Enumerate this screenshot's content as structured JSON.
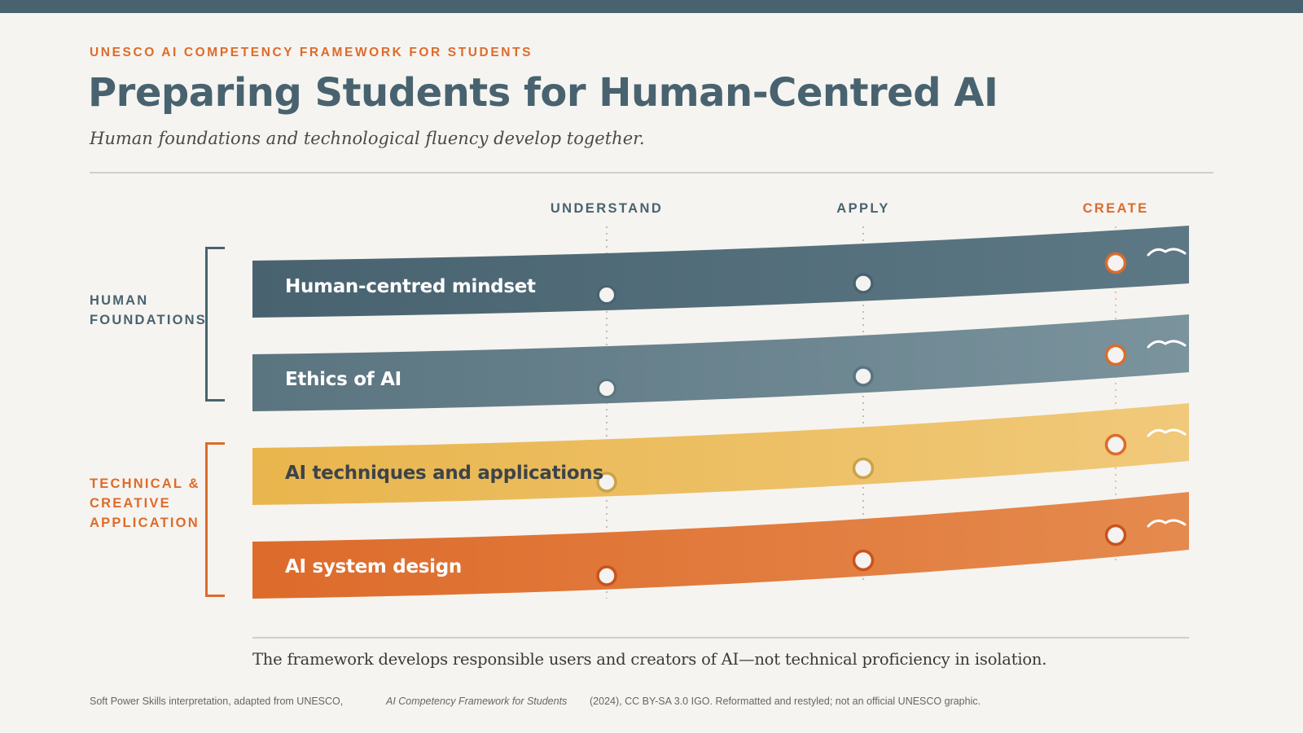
{
  "eyebrow": "UNESCO AI COMPETENCY FRAMEWORK FOR STUDENTS",
  "title": "Preparing Students for Human-Centred AI",
  "subtitle": "Human foundations and technological fluency develop together.",
  "stages": {
    "understand": "UNDERSTAND",
    "apply": "APPLY",
    "create": "CREATE"
  },
  "groups": {
    "human": "HUMAN\nFOUNDATIONS",
    "technical": "TECHNICAL &\nCREATIVE\nAPPLICATION"
  },
  "bands": [
    {
      "label": "Human-centred mindset",
      "color_start": "#48636f",
      "color_end": "#5d7885"
    },
    {
      "label": "Ethics of AI",
      "color_start": "#5a7480",
      "color_end": "#7a939d"
    },
    {
      "label": "AI techniques and applications",
      "color_start": "#e9b54d",
      "color_end": "#f0c97a"
    },
    {
      "label": "AI system design",
      "color_start": "#dd6b2b",
      "color_end": "#e58a4e"
    }
  ],
  "colors": {
    "slate": "#48636f",
    "orange": "#dd6b2b",
    "gold": "#c9a24a",
    "background": "#f6f4f0"
  },
  "tagline": "The framework develops responsible users and creators of AI—not technical proficiency in isolation.",
  "credit": {
    "prefix": "Soft Power Skills interpretation, adapted from UNESCO,",
    "work": "AI Competency Framework for Students",
    "suffix": "(2024), CC BY-SA 3.0 IGO. Reformatted and restyled; not an official UNESCO graphic."
  }
}
